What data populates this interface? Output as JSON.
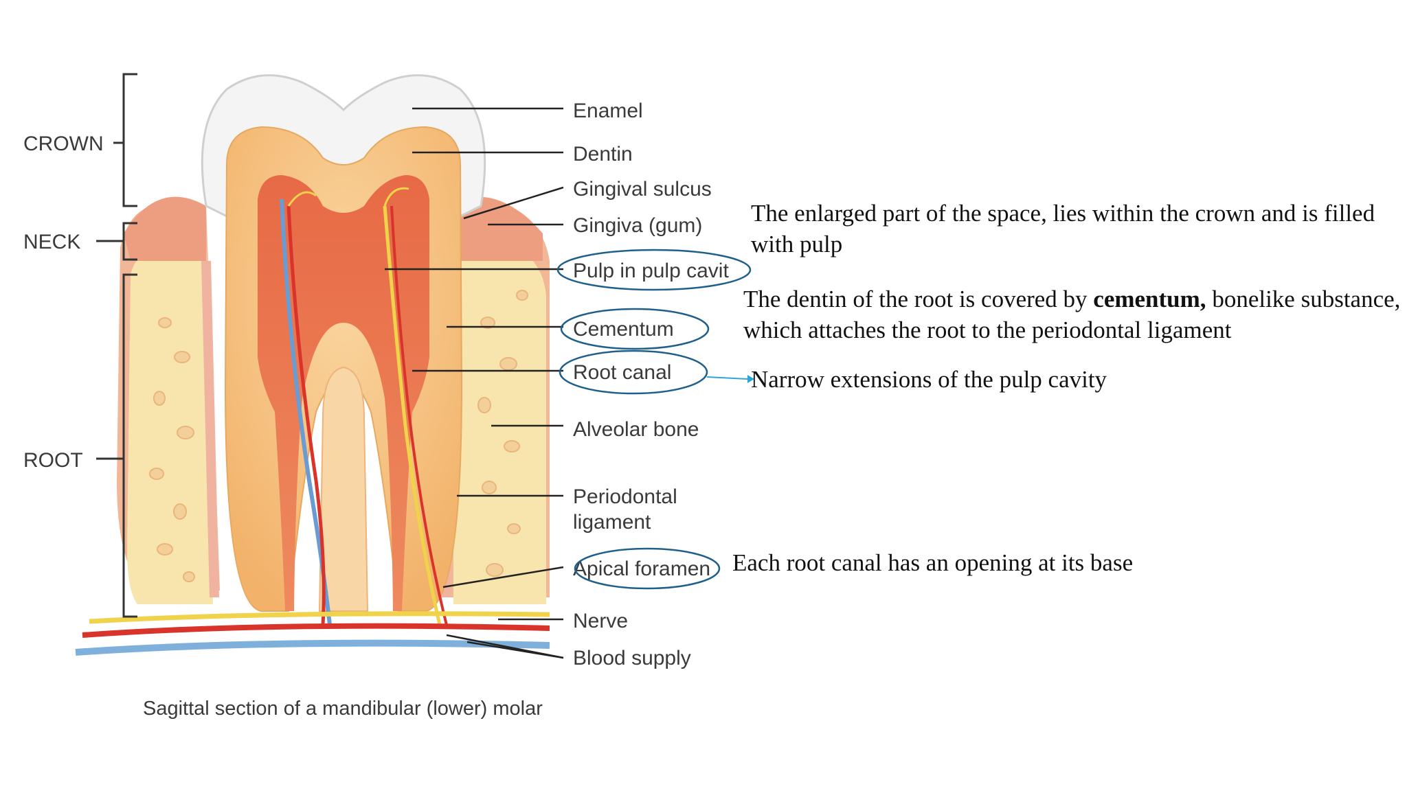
{
  "regions": {
    "crown": "CROWN",
    "neck": "NECK",
    "root": "ROOT"
  },
  "labels": {
    "enamel": "Enamel",
    "dentin": "Dentin",
    "gingival_sulcus": "Gingival sulcus",
    "gingiva": "Gingiva (gum)",
    "pulp": "Pulp in pulp cavit",
    "cementum": "Cementum",
    "root_canal": "Root canal",
    "alveolar_bone": "Alveolar bone",
    "periodontal_1": "Periodontal",
    "periodontal_2": "ligament",
    "apical_foramen": "Apical foramen",
    "nerve": "Nerve",
    "blood_supply": "Blood supply"
  },
  "caption": "Sagittal section of a mandibular (lower) molar",
  "annotations": {
    "pulp_note": "The enlarged part of the space, lies within the crown and is filled with pulp",
    "cementum_note_before": "The dentin of the root is covered by ",
    "cementum_note_bold": "cementum,",
    "cementum_note_after": " bonelike substance, which attaches the root to the periodontal ligament",
    "root_canal_note": "Narrow extensions of the pulp cavity",
    "apical_note": "Each root canal has an opening at its base"
  },
  "colors": {
    "highlight_ellipse": "#1f5f8b",
    "arrow": "#2aa7d8",
    "enamel": "#f3f3f3",
    "dentin": "#f6c47e",
    "pulp": "#e7744f",
    "bone": "#f7e2a8",
    "gum": "#f0a98a"
  }
}
